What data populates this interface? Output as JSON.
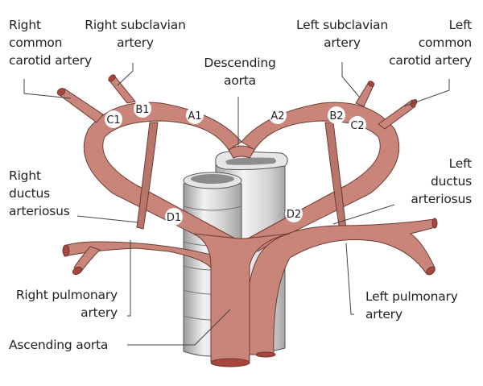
{
  "colors": {
    "artery": "#c9857a",
    "artery_dark": "#b06e63",
    "artery_outline": "#6b3b33",
    "lumen": "#a8453c",
    "trachea_light": "#e8e8e8",
    "trachea_mid": "#c8c8c8",
    "trachea_dark": "#9a9a9a",
    "badge_fill": "#ffffff",
    "leader": "#444444"
  },
  "labels": {
    "right_common_carotid": [
      "Right",
      "common",
      "carotid artery"
    ],
    "right_subclavian": [
      "Right subclavian",
      "artery"
    ],
    "descending_aorta": [
      "Descending",
      "aorta"
    ],
    "left_subclavian": [
      "Left subclavian",
      "artery"
    ],
    "left_common_carotid": [
      "Left",
      "common",
      "carotid artery"
    ],
    "right_ductus": [
      "Right",
      "ductus",
      "arteriosus"
    ],
    "left_ductus": [
      "Left",
      "ductus",
      "arteriosus"
    ],
    "right_pulmonary": [
      "Right pulmonary",
      "artery"
    ],
    "left_pulmonary": [
      "Left pulmonary",
      "artery"
    ],
    "ascending_aorta": [
      "Ascending aorta"
    ]
  },
  "badges": {
    "A1": "A1",
    "A2": "A2",
    "B1": "B1",
    "B2": "B2",
    "C1": "C1",
    "C2": "C2",
    "D1": "D1",
    "D2": "D2"
  }
}
